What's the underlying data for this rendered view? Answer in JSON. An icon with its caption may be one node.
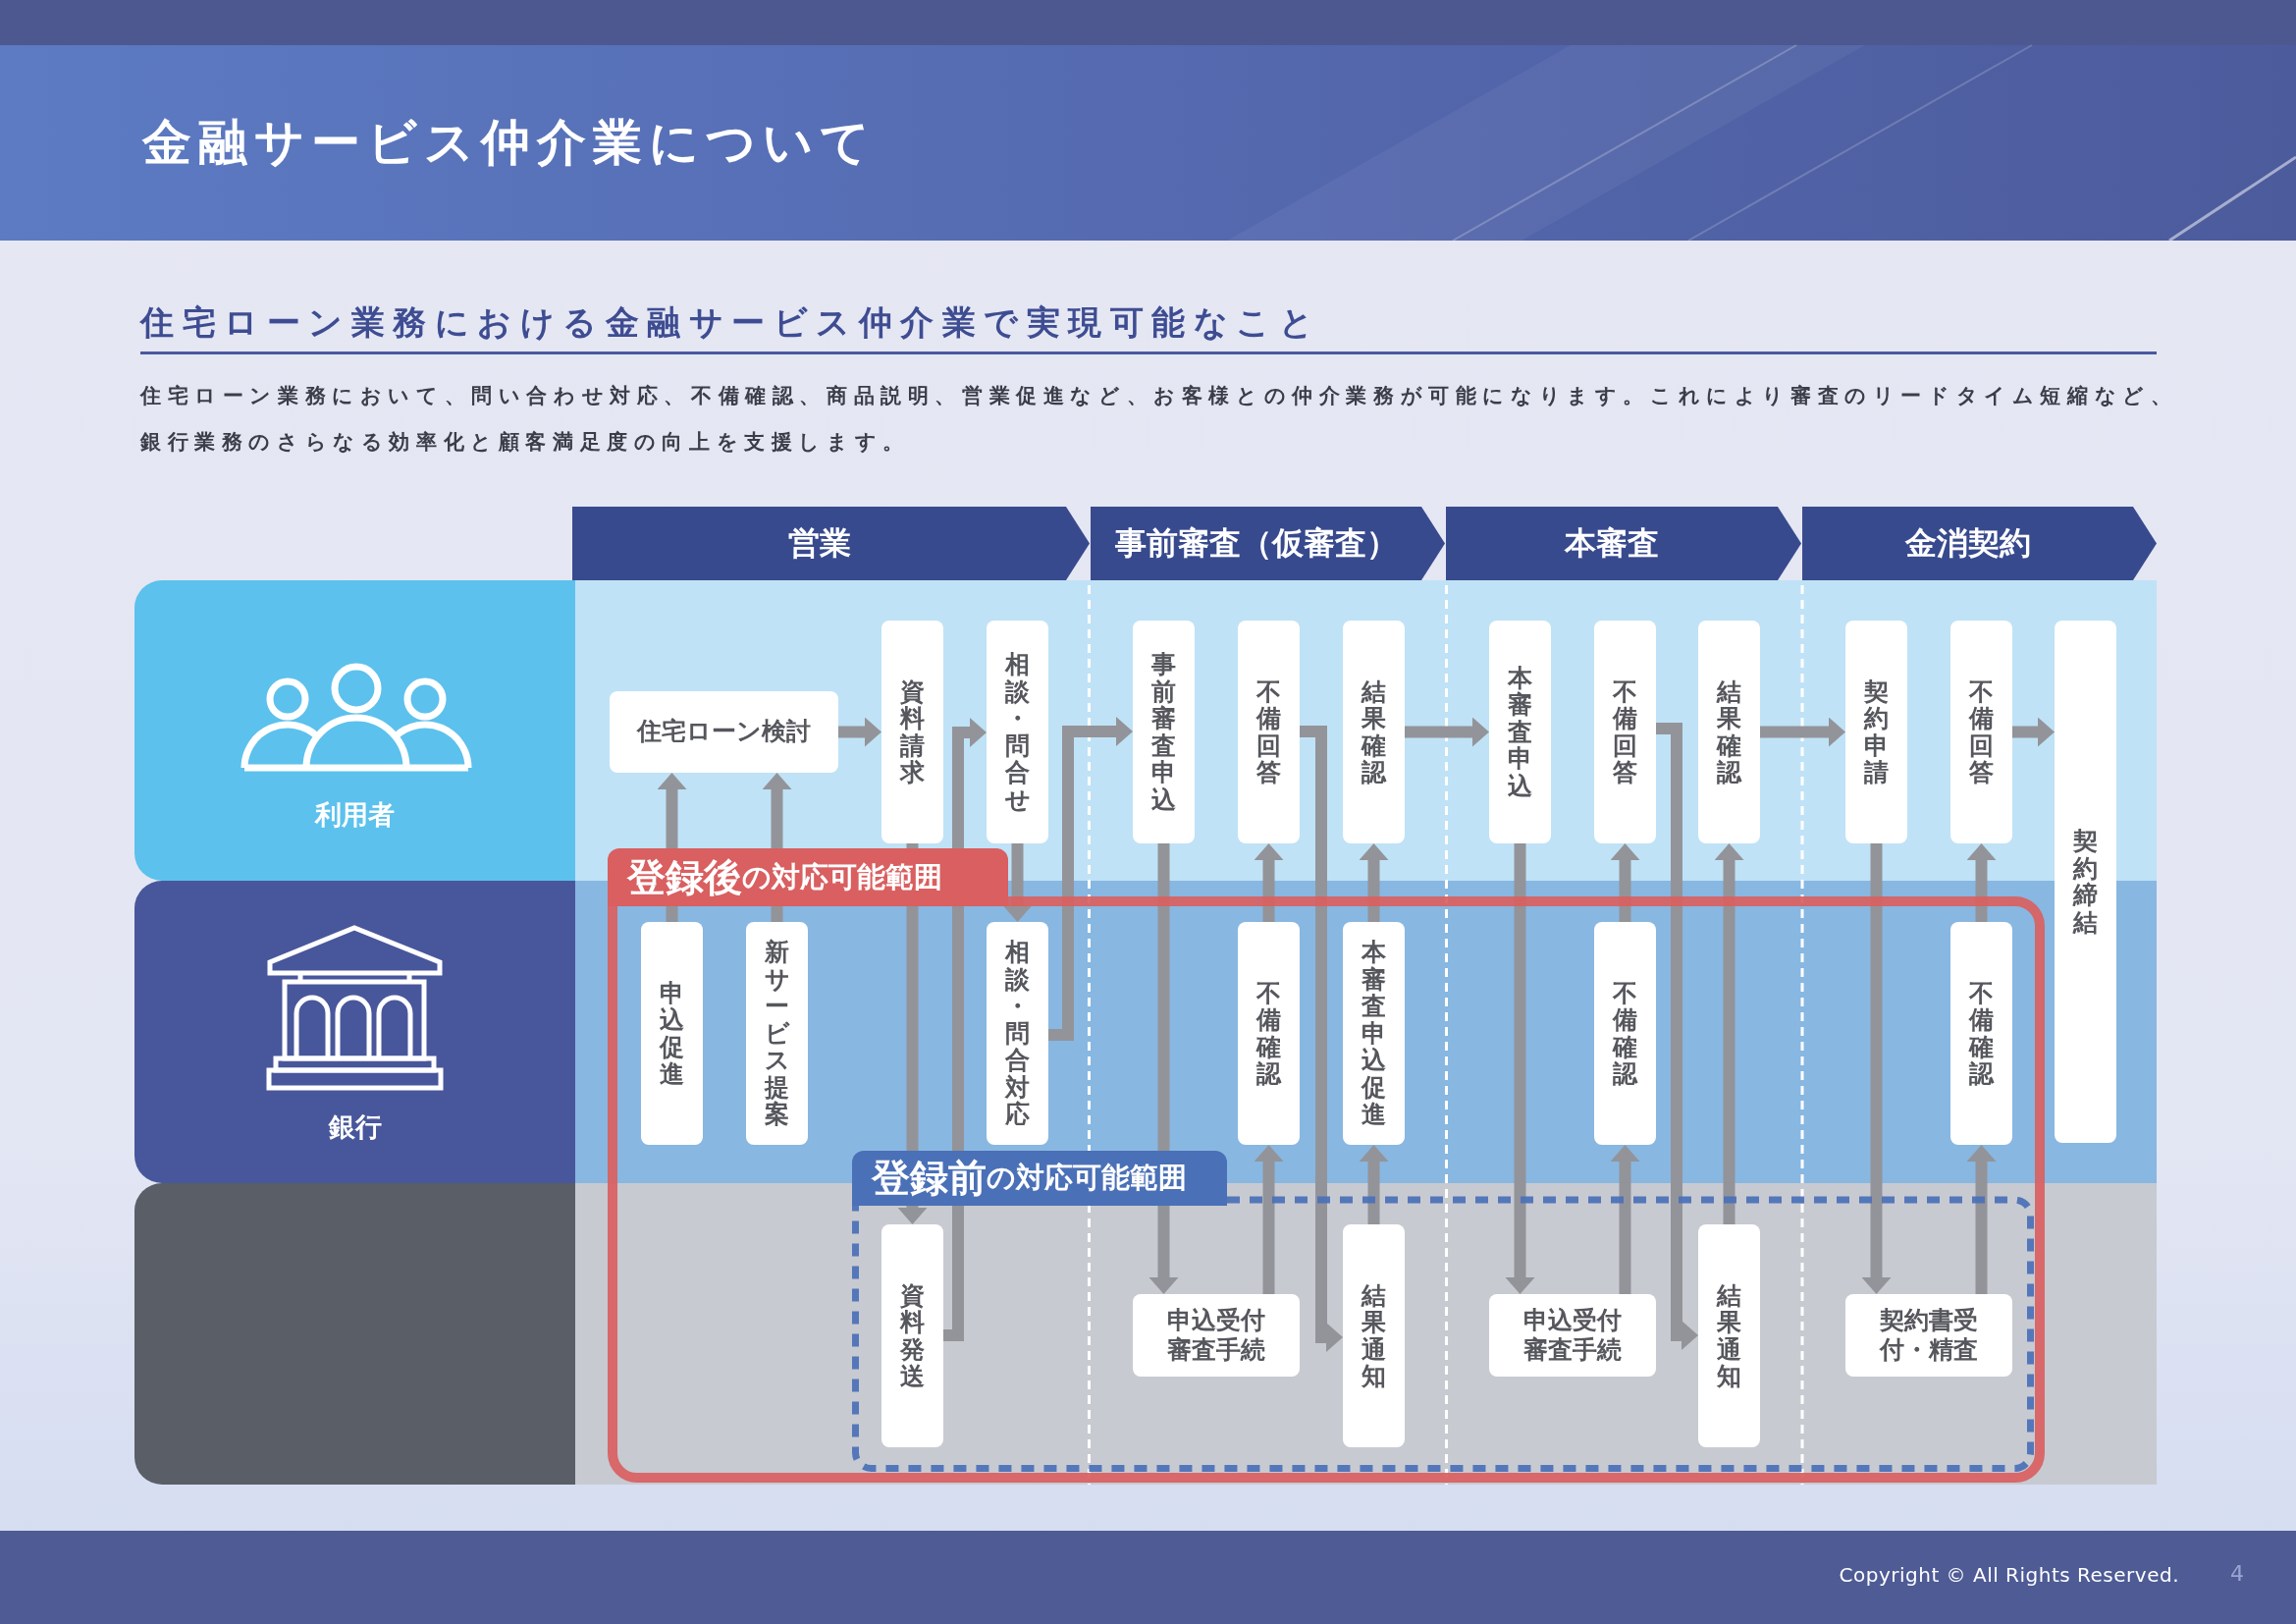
{
  "diagram": {
    "title": "金融サービス仲介業について",
    "nodes": [
      {
        "text": [
          "営業"
        ]
      },
      {
        "text": [
          "事前審査（仮審査）"
        ]
      },
      {
        "text": [
          "本審査"
        ]
      },
      {
        "text": [
          "金消契約"
        ]
      },
      {
        "text": [
          "利用者"
        ]
      },
      {
        "text": [
          "住宅ローン検討"
        ]
      },
      {
        "text": [
          "資料請求"
        ]
      },
      {
        "text": [
          "相談・問合せ"
        ]
      },
      {
        "text": [
          "事前審査申込"
        ]
      },
      {
        "text": [
          "不備回答"
        ]
      },
      {
        "text": [
          "結果確認"
        ]
      },
      {
        "text": [
          "本審査申込"
        ]
      },
      {
        "text": [
          "不備回答"
        ]
      },
      {
        "text": [
          "結果確認"
        ]
      },
      {
        "text": [
          "契約申請"
        ]
      },
      {
        "text": [
          "不備回答"
        ]
      },
      {
        "text": [
          "契約締結"
        ]
      },
      {
        "text": [
          "銀行"
        ]
      },
      {
        "text": [
          "**登録後**の対応可能範囲"
        ]
      },
      {
        "text": [
          "申込促進"
        ],
        "in": 18
      },
      {
        "text": [
          "新サービス提案"
        ],
        "in": 18
      },
      {
        "text": [
          "相談・問合対応"
        ],
        "in": 18
      },
      {
        "text": [
          "不備確認"
        ],
        "in": 18
      },
      {
        "text": [
          "本審査申込促進"
        ],
        "in": 18
      },
      {
        "text": [
          "不備確認"
        ],
        "in": 18
      },
      {
        "text": [
          "不備確認"
        ],
        "in": 18
      },
      {
        "text": [],
        "shape": "box"
      },
      {
        "text": [
          "**登録前**の対応可能範囲"
        ],
        "in": 18
      },
      {
        "text": [
          "資料発送"
        ],
        "in": 27
      },
      {
        "text": [
          "申込受付審査手続"
        ],
        "in": 27
      },
      {
        "text": [
          "結果通知"
        ],
        "in": 27
      },
      {
        "text": [
          "申込受付審査手続"
        ],
        "in": 27
      },
      {
        "text": [
          "結果通知"
        ],
        "in": 27
      },
      {
        "text": [
          "契約書受付・精査"
        ],
        "in": 27
      }
    ],
    "edges": [
      {
        "from": 5,
        "to": 6,
        "arrow": "to"
      },
      {
        "from": 19,
        "to": 5,
        "arrow": "to"
      },
      {
        "from": 20,
        "to": 5,
        "arrow": "to"
      },
      {
        "from": 6,
        "to": 28,
        "arrow": "to"
      },
      {
        "from": 28,
        "to": 7,
        "arrow": "to"
      },
      {
        "from": 7,
        "to": 21,
        "arrow": "to"
      },
      {
        "from": 21,
        "to": 8,
        "arrow": "to"
      },
      {
        "from": 8,
        "to": 29,
        "arrow": "to"
      },
      {
        "from": 29,
        "to": 22,
        "arrow": "to"
      },
      {
        "from": 22,
        "to": 9,
        "arrow": "to"
      },
      {
        "from": 9,
        "to": 30,
        "arrow": "to"
      },
      {
        "from": 30,
        "to": 23,
        "arrow": "to"
      },
      {
        "from": 23,
        "to": 10,
        "arrow": "to"
      },
      {
        "from": 10,
        "to": 11,
        "arrow": "to"
      },
      {
        "from": 11,
        "to": 31,
        "arrow": "to"
      },
      {
        "from": 31,
        "to": 24,
        "arrow": "to"
      },
      {
        "from": 24,
        "to": 12,
        "arrow": "to"
      },
      {
        "from": 12,
        "to": 32,
        "arrow": "to"
      },
      {
        "from": 32,
        "to": 13,
        "arrow": "to"
      },
      {
        "from": 13,
        "to": 14,
        "arrow": "to"
      },
      {
        "from": 14,
        "to": 33,
        "arrow": "to"
      },
      {
        "from": 33,
        "to": 25,
        "arrow": "to"
      },
      {
        "from": 25,
        "to": 15,
        "arrow": "to"
      },
      {
        "from": 15,
        "to": 16,
        "arrow": "to"
      }
    ],
    "labels": [
      "住宅ローン業務における金融サービス仲介業で実現可能なこと",
      "住宅ローン業務において、問い合わせ対応、不備確認、商品説明、営業促進など、お客様との仲介業務が可能になります。これにより審査のリードタイム短縮など、銀行業務のさらなる効率化と顧客満足度の向上を支援します。",
      "Copyright © All Rights Reserved.",
      "4"
    ]
  }
}
